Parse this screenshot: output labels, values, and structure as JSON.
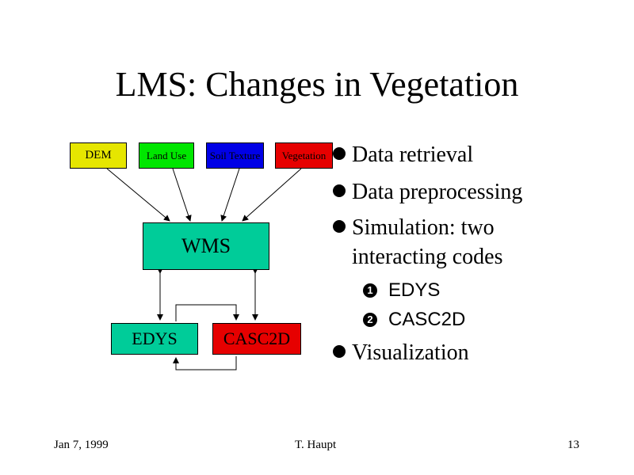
{
  "slide": {
    "title": "LMS: Changes in Vegetation"
  },
  "diagram": {
    "dem": "DEM",
    "land_use": "Land Use",
    "soil_texture": "Soil Texture",
    "vegetation": "Vegetation",
    "wms": "WMS",
    "edys": "EDYS",
    "casc2d": "CASC2D",
    "colors": {
      "dem": "#e6e600",
      "land_use": "#00e600",
      "soil_texture": "#0000e6",
      "vegetation": "#e60000",
      "wms": "#00cc99",
      "edys": "#00cc99",
      "casc2d": "#e60000"
    }
  },
  "bullets": {
    "b1": "Data retrieval",
    "b2": "Data preprocessing",
    "b3_line1": "Simulation: two",
    "b3_line2": "interacting codes",
    "sub1_num": "1",
    "sub1": "EDYS",
    "sub2_num": "2",
    "sub2": "CASC2D",
    "b4": "Visualization"
  },
  "footer": {
    "date": "Jan 7, 1999",
    "author": "T. Haupt",
    "page": "13"
  }
}
